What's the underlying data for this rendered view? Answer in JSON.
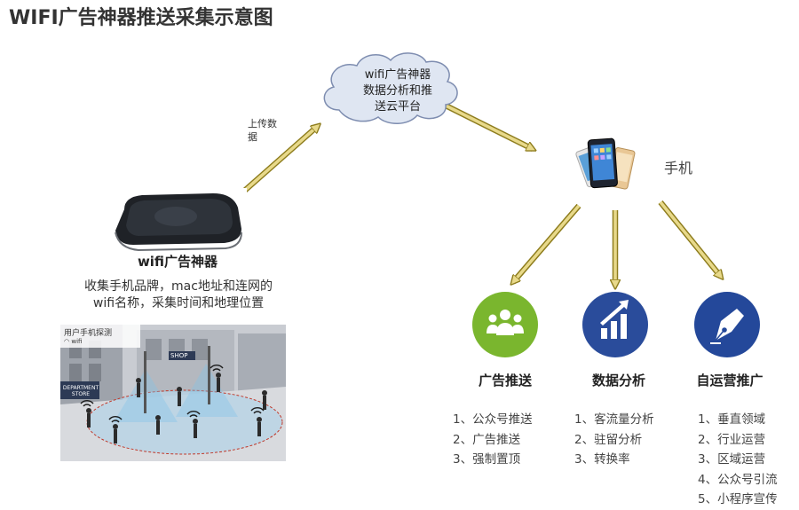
{
  "title": "WIFI广告神器推送采集示意图",
  "cloud": {
    "lines": [
      "wifi广告神器",
      "数据分析和推",
      "送云平台"
    ]
  },
  "upload_label": [
    "上传数",
    "据"
  ],
  "phone": {
    "label": "手机"
  },
  "device": {
    "title": "wifi广告神器",
    "description": [
      "收集手机品牌，mac地址和连网的",
      "wifi名称，采集时间和地理位置"
    ]
  },
  "scene": {
    "caption": "用户手机探测",
    "wifi_label": "wifi",
    "storefront": "DEPARTMENT STORE",
    "shop_sign": "SHOP"
  },
  "categories": [
    {
      "title": "广告推送",
      "icon": "people-group-icon",
      "color": "#7ab62e",
      "items": [
        "1、公众号推送",
        "2、广告推送",
        "3、强制置顶"
      ]
    },
    {
      "title": "数据分析",
      "icon": "bar-chart-up-icon",
      "color": "#2a4c9b",
      "items": [
        "1、客流量分析",
        "2、驻留分析",
        "3、转换率"
      ]
    },
    {
      "title": "自运营推广",
      "icon": "pen-nib-icon",
      "color": "#24489a",
      "items": [
        "1、垂直领域",
        "2、行业运营",
        "3、区域运营",
        "4、公众号引流",
        "5、小程序宣传"
      ]
    }
  ],
  "colors": {
    "arrow_fill": "#e8d98a",
    "arrow_stroke": "#8d7c1c",
    "cloud_fill": "#dfe6f2",
    "cloud_stroke": "#7e8db0"
  }
}
